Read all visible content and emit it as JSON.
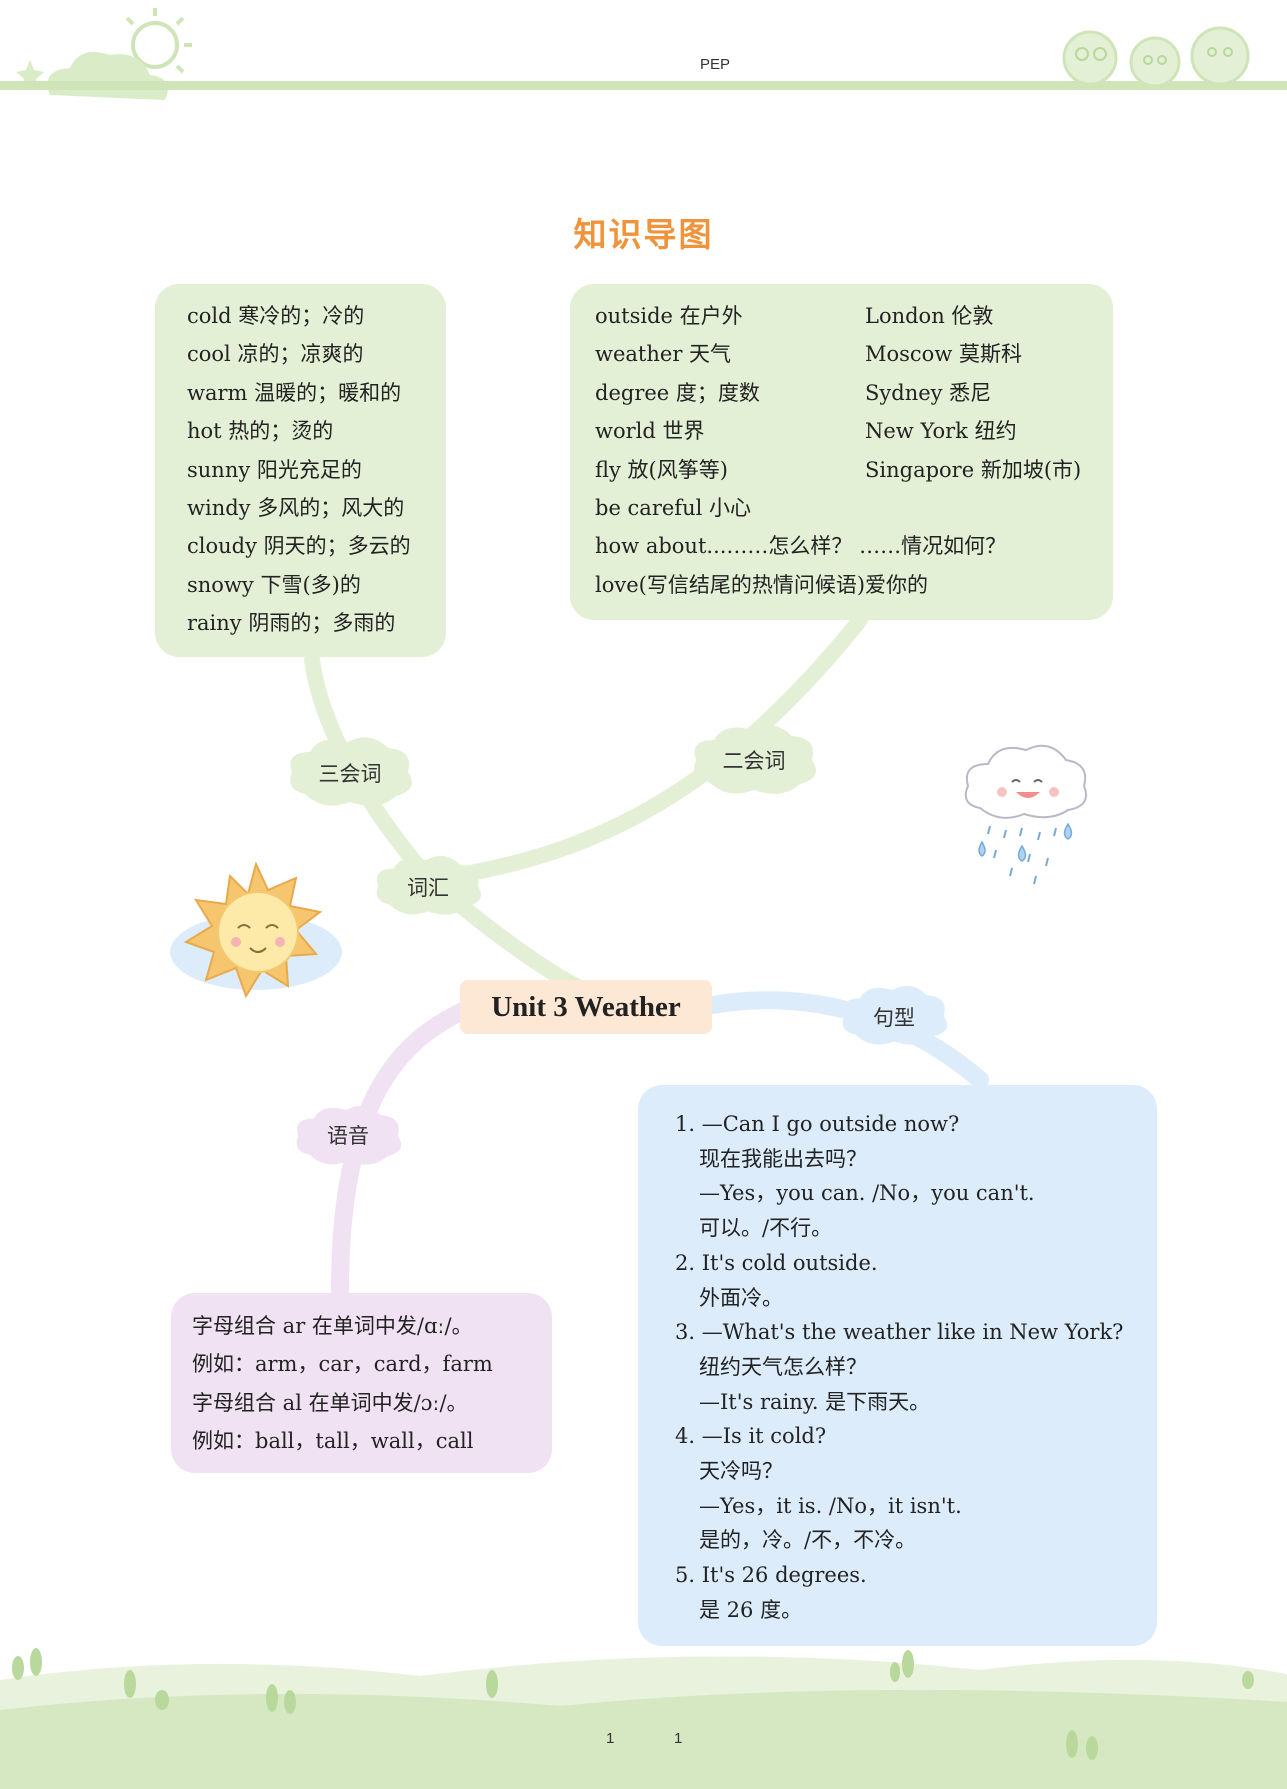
{
  "header": {
    "label": "PEP"
  },
  "title": "知识导图",
  "center": {
    "title": "Unit 3  Weather"
  },
  "branches": {
    "vocab": "词汇",
    "three_skill": "三会词",
    "two_skill": "二会词",
    "phonics": "语音",
    "sentences": "句型"
  },
  "three_skill_words": [
    "cold 寒冷的；冷的",
    "cool 凉的；凉爽的",
    "warm 温暖的；暖和的",
    "hot 热的；烫的",
    "sunny 阳光充足的",
    "windy 多风的；风大的",
    "cloudy 阴天的；多云的",
    "snowy 下雪(多)的",
    "rainy 阴雨的；多雨的"
  ],
  "two_skill_words": {
    "left": [
      "outside 在户外",
      "weather 天气",
      "degree 度；度数",
      "world 世界",
      "fly 放(风筝等)",
      "be careful 小心",
      "how about...……怎么样？ ……情况如何？",
      "love(写信结尾的热情问候语)爱你的"
    ],
    "right": [
      "London 伦敦",
      "Moscow 莫斯科",
      "Sydney 悉尼",
      "New York 纽约",
      "Singapore 新加坡(市)"
    ]
  },
  "phonics": [
    "字母组合 ar 在单词中发/ɑː/。",
    "例如：arm，car，card，farm",
    "字母组合 al 在单词中发/ɔː/。",
    "例如：ball，tall，wall，call"
  ],
  "sentences": [
    "1. —Can I go outside now?",
    "现在我能出去吗？",
    "—Yes，you can. /No，you can't.",
    "可以。/不行。",
    "2. It's cold outside.",
    "外面冷。",
    "3. —What's the weather like in New York?",
    "纽约天气怎么样？",
    "—It's rainy. 是下雨天。",
    "4. —Is it cold?",
    "天冷吗？",
    "—Yes，it is. /No，it isn't.",
    "是的，冷。/不，不冷。",
    "5. It's 26 degrees.",
    "是 26 度。"
  ],
  "footer": {
    "page_left": "1",
    "page_right": "1"
  },
  "colors": {
    "title": "#f0933a",
    "green_box": "#e4f0d6",
    "blue_box": "#dcecfb",
    "purple_box": "#f0e2f3",
    "center_box": "#fde7d5",
    "header_band": "#cfe5b8"
  },
  "icons": [
    "sun-cloud-decoration",
    "animal-faces-decoration",
    "sun-character-icon",
    "rain-cloud-character-icon",
    "grass-hills-decoration"
  ]
}
